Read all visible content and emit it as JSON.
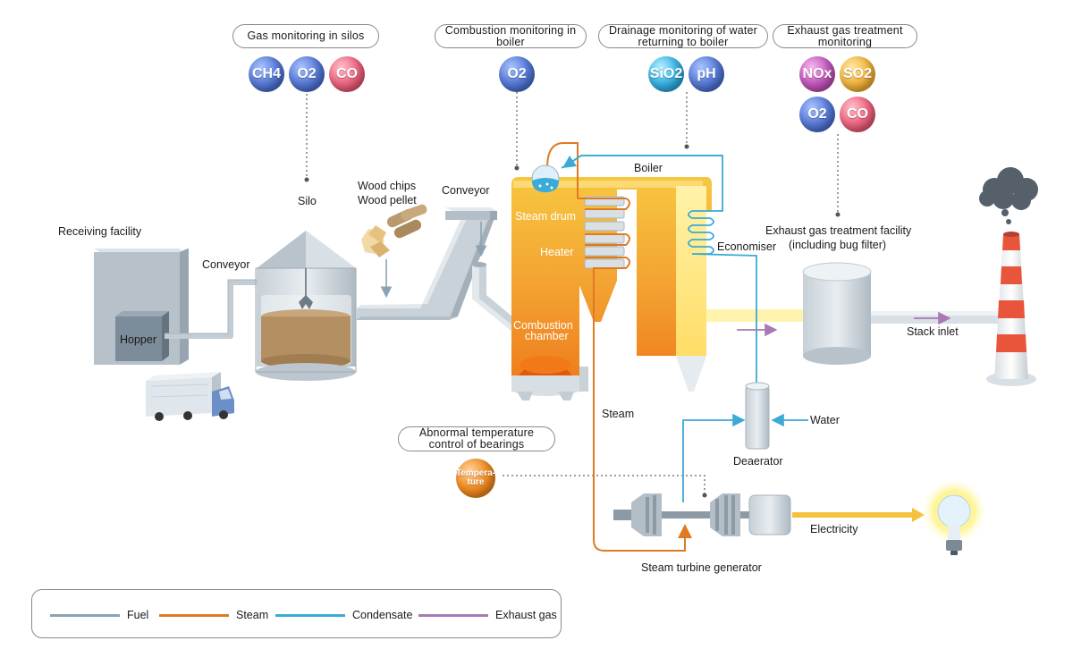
{
  "monitors": {
    "gas_silos": {
      "title": "Gas monitoring in silos",
      "gases": [
        "CH4",
        "O2",
        "CO"
      ]
    },
    "combustion": {
      "title": "Combustion monitoring in boiler",
      "gases": [
        "O2"
      ]
    },
    "drainage": {
      "title": "Drainage monitoring of water returning to boiler",
      "gases": [
        "SiO2",
        "pH"
      ]
    },
    "exhaust": {
      "title": "Exhaust gas treatment monitoring",
      "gases": [
        "NOx",
        "SO2",
        "O2",
        "CO"
      ]
    },
    "bearings": {
      "title": "Abnormal temperature control of bearings",
      "gauge": "Tempera- ture"
    }
  },
  "labels": {
    "receiving_facility": "Receiving facility",
    "hopper": "Hopper",
    "conveyor1": "Conveyor",
    "silo": "Silo",
    "wood_chips": "Wood chips",
    "wood_pellet": "Wood pellet",
    "conveyor2": "Conveyor",
    "boiler": "Boiler",
    "steam_drum": "Steam drum",
    "heater": "Heater",
    "combustion_chamber_1": "Combustion",
    "combustion_chamber_2": "chamber",
    "economiser": "Economiser",
    "exhaust_facility_1": "Exhaust gas treatment facility",
    "exhaust_facility_2": "(including bug filter)",
    "stack_inlet": "Stack inlet",
    "steam": "Steam",
    "water": "Water",
    "deaerator": "Deaerator",
    "electricity": "Electricity",
    "turbine": "Steam turbine generator"
  },
  "legend": [
    {
      "label": "Fuel",
      "color": "#8aa3b4"
    },
    {
      "label": "Steam",
      "color": "#e07a22"
    },
    {
      "label": "Condensate",
      "color": "#3aaad6"
    },
    {
      "label": "Exhaust gas",
      "color": "#a879b5"
    }
  ]
}
